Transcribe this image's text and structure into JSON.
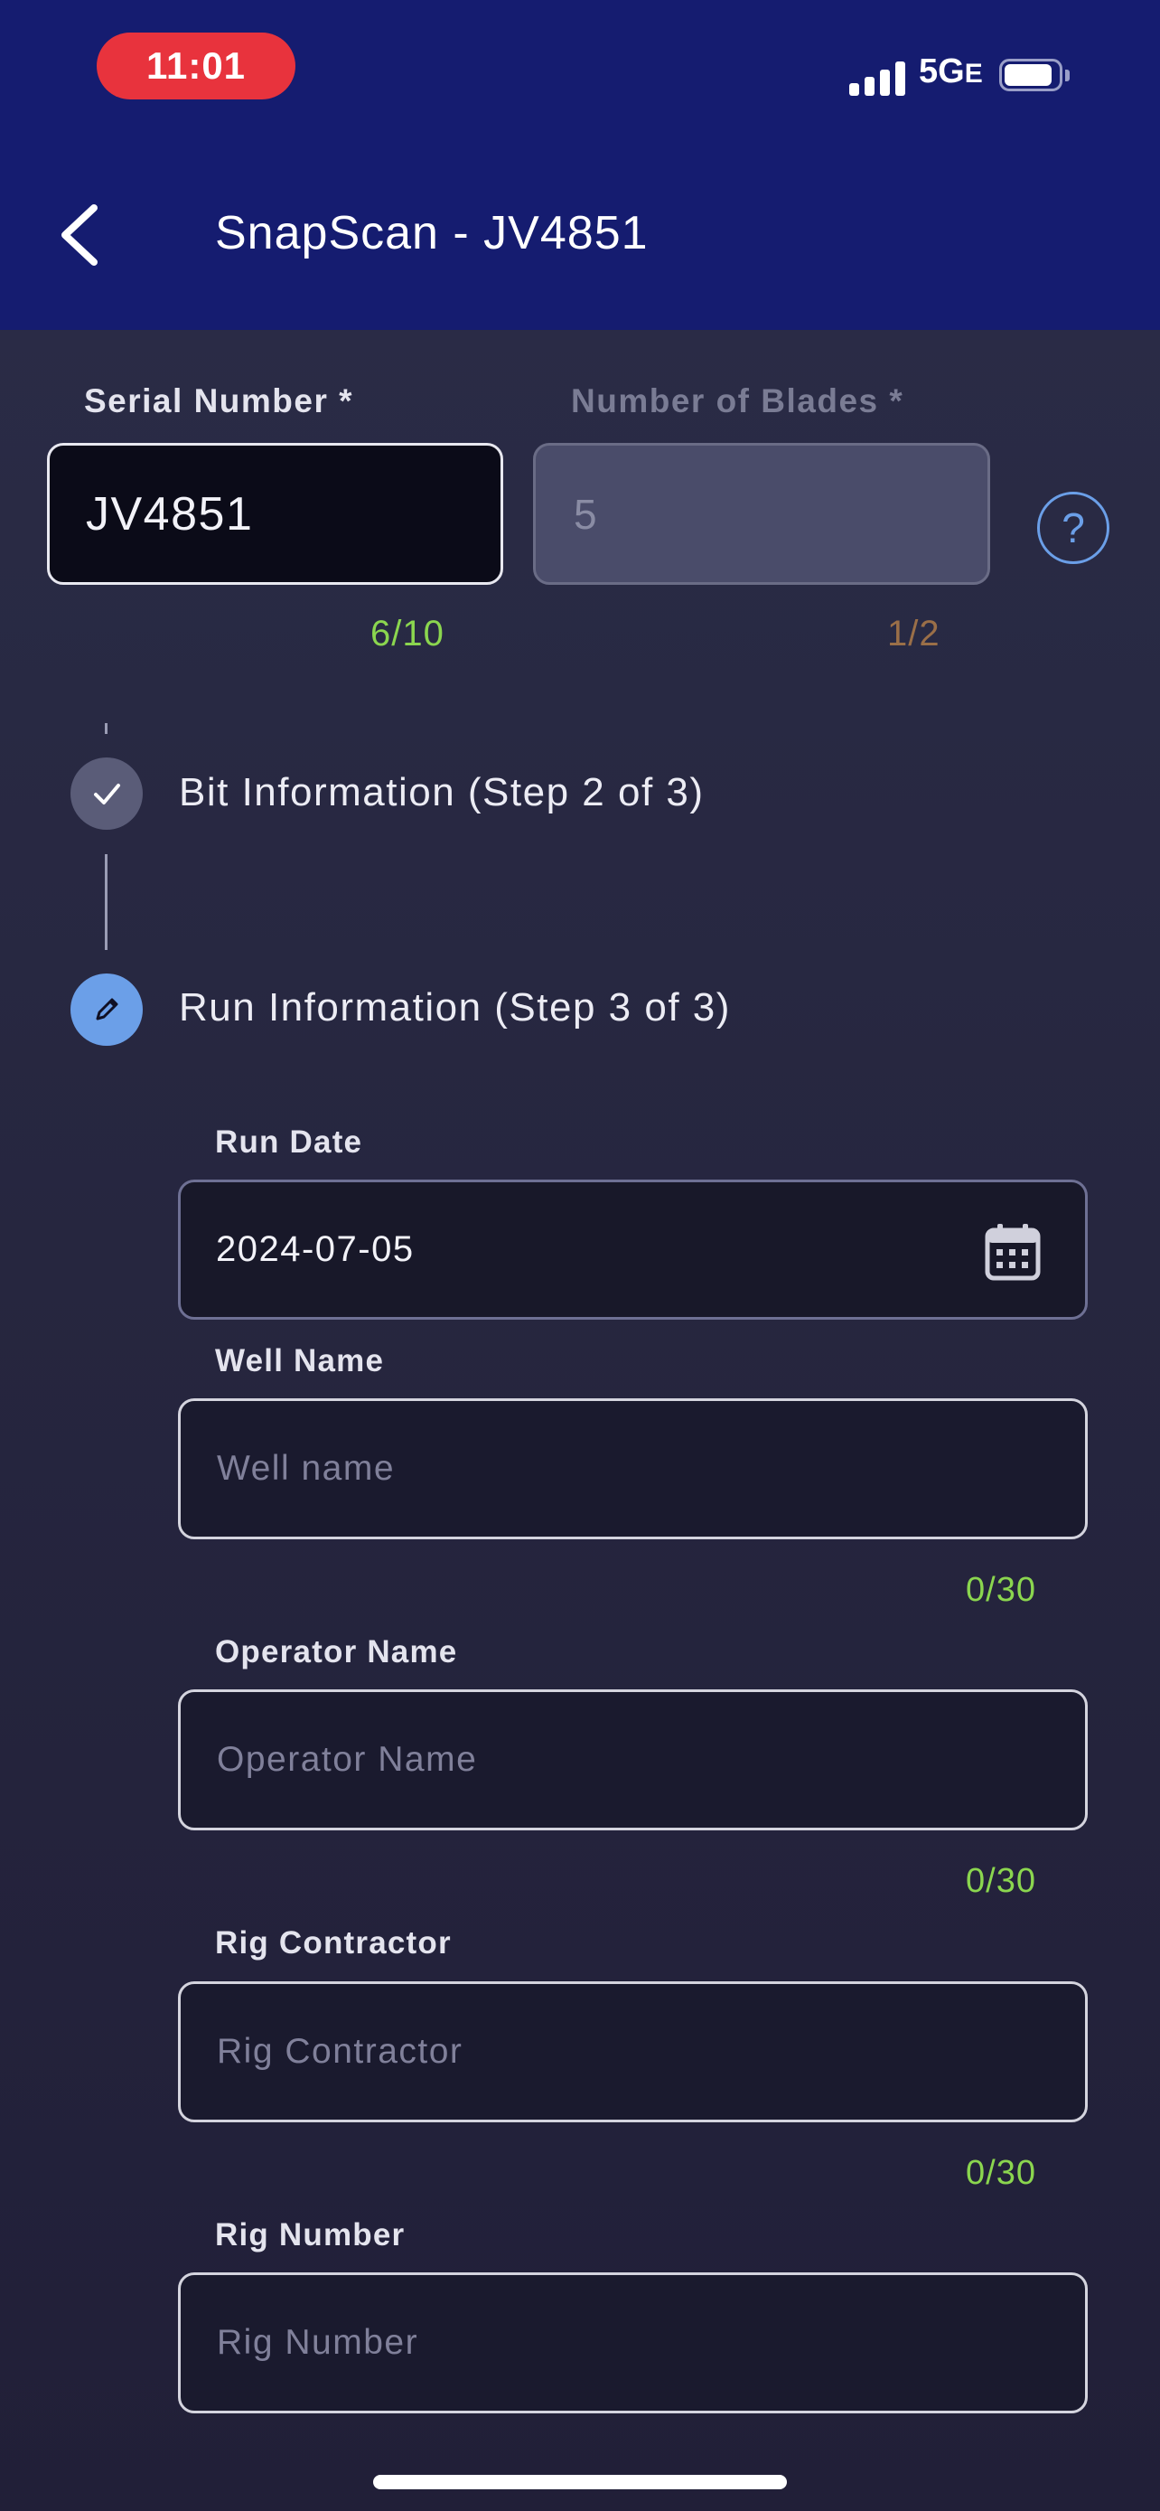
{
  "status_bar": {
    "time": "11:01",
    "network": "5G",
    "network_suffix": "E"
  },
  "header": {
    "title": "SnapScan - JV4851"
  },
  "serial": {
    "label": "Serial Number *",
    "value": "JV4851",
    "counter": "6/10"
  },
  "blades": {
    "label": "Number of Blades *",
    "value": "5",
    "counter": "1/2"
  },
  "help_label": "?",
  "steps": [
    {
      "title": "Bit Information (Step 2 of 3)",
      "status": "completed"
    },
    {
      "title": "Run Information (Step 3 of 3)",
      "status": "editing"
    }
  ],
  "run_date": {
    "label": "Run Date",
    "value": "2024-07-05"
  },
  "well_name": {
    "label": "Well Name",
    "placeholder": "Well name",
    "value": "",
    "counter": "0/30"
  },
  "operator_name": {
    "label": "Operator Name",
    "placeholder": "Operator Name",
    "value": "",
    "counter": "0/30"
  },
  "rig_contractor": {
    "label": "Rig Contractor",
    "placeholder": "Rig Contractor",
    "value": "",
    "counter": "0/30"
  },
  "rig_number": {
    "label": "Rig Number",
    "placeholder": "Rig Number",
    "value": ""
  },
  "colors": {
    "header": "#151c70",
    "accent": "#6b9fe8",
    "counter_ok": "#8bd64f",
    "counter_warn": "#9a6f48",
    "time_pill": "#e8333d"
  },
  "icons": [
    "chevron-left-icon",
    "signal-icon",
    "battery-icon",
    "help-icon",
    "check-icon",
    "pencil-icon",
    "calendar-icon"
  ]
}
